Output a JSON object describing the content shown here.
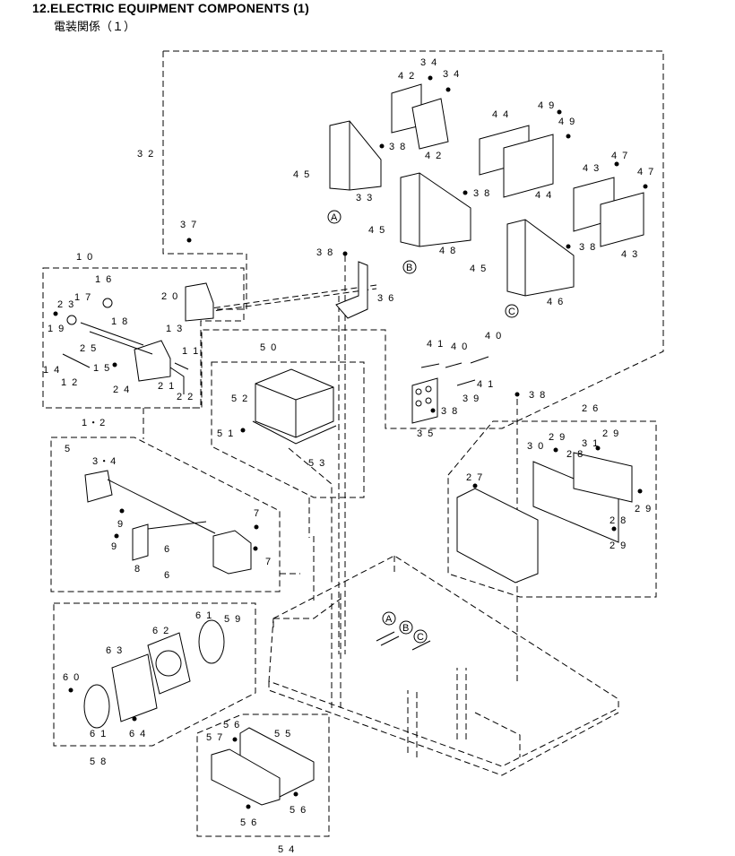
{
  "header": {
    "title": "12.ELECTRIC EQUIPMENT COMPONENTS (1)",
    "subtitle": "電装関係（１）"
  },
  "callouts": [
    {
      "id": "c32",
      "text": "3 2"
    },
    {
      "id": "c34a",
      "text": "3 4"
    },
    {
      "id": "c34b",
      "text": "3 4"
    },
    {
      "id": "c42a",
      "text": "4 2"
    },
    {
      "id": "c42b",
      "text": "4 2"
    },
    {
      "id": "c44a",
      "text": "4 4"
    },
    {
      "id": "c44b",
      "text": "4 4"
    },
    {
      "id": "c49a",
      "text": "4 9"
    },
    {
      "id": "c49b",
      "text": "4 9"
    },
    {
      "id": "c43a",
      "text": "4 3"
    },
    {
      "id": "c43b",
      "text": "4 3"
    },
    {
      "id": "c47a",
      "text": "4 7"
    },
    {
      "id": "c47b",
      "text": "4 7"
    },
    {
      "id": "c38a",
      "text": "3 8"
    },
    {
      "id": "c38b",
      "text": "3 8"
    },
    {
      "id": "c38c",
      "text": "3 8"
    },
    {
      "id": "c38d",
      "text": "3 8"
    },
    {
      "id": "c38e",
      "text": "3 8"
    },
    {
      "id": "c38f",
      "text": "3 8"
    },
    {
      "id": "c45a",
      "text": "4 5"
    },
    {
      "id": "c45b",
      "text": "4 5"
    },
    {
      "id": "c45c",
      "text": "4 5"
    },
    {
      "id": "c33",
      "text": "3 3"
    },
    {
      "id": "c48",
      "text": "4 8"
    },
    {
      "id": "c46",
      "text": "4 6"
    },
    {
      "id": "c37",
      "text": "3 7"
    },
    {
      "id": "c36",
      "text": "3 6"
    },
    {
      "id": "c20",
      "text": "2 0"
    },
    {
      "id": "c10",
      "text": "1 0"
    },
    {
      "id": "c16",
      "text": "1 6"
    },
    {
      "id": "c23",
      "text": "2 3"
    },
    {
      "id": "c17",
      "text": "1 7"
    },
    {
      "id": "c19",
      "text": "1 9"
    },
    {
      "id": "c18",
      "text": "1 8"
    },
    {
      "id": "c13",
      "text": "1 3"
    },
    {
      "id": "c25",
      "text": "2 5"
    },
    {
      "id": "c11",
      "text": "1 1"
    },
    {
      "id": "c14",
      "text": "1 4"
    },
    {
      "id": "c15",
      "text": "1 5"
    },
    {
      "id": "c12",
      "text": "1 2"
    },
    {
      "id": "c24",
      "text": "2 4"
    },
    {
      "id": "c21",
      "text": "2 1"
    },
    {
      "id": "c22",
      "text": "2 2"
    },
    {
      "id": "c50",
      "text": "5 0"
    },
    {
      "id": "c52",
      "text": "5 2"
    },
    {
      "id": "c51",
      "text": "5 1"
    },
    {
      "id": "c53",
      "text": "5 3"
    },
    {
      "id": "c41a",
      "text": "4 1"
    },
    {
      "id": "c41b",
      "text": "4 1"
    },
    {
      "id": "c40a",
      "text": "4 0"
    },
    {
      "id": "c40b",
      "text": "4 0"
    },
    {
      "id": "c39",
      "text": "3 9"
    },
    {
      "id": "c35",
      "text": "3 5"
    },
    {
      "id": "c26",
      "text": "2 6"
    },
    {
      "id": "c27",
      "text": "2 7"
    },
    {
      "id": "c30",
      "text": "3 0"
    },
    {
      "id": "c28a",
      "text": "2 8"
    },
    {
      "id": "c28b",
      "text": "2 8"
    },
    {
      "id": "c29a",
      "text": "2 9"
    },
    {
      "id": "c29b",
      "text": "2 9"
    },
    {
      "id": "c29c",
      "text": "2 9"
    },
    {
      "id": "c29d",
      "text": "2 9"
    },
    {
      "id": "c31",
      "text": "3 1"
    },
    {
      "id": "c1-2",
      "text": "1・2"
    },
    {
      "id": "c5",
      "text": "5"
    },
    {
      "id": "c3-4",
      "text": "3・4"
    },
    {
      "id": "c9a",
      "text": "9"
    },
    {
      "id": "c9b",
      "text": "9"
    },
    {
      "id": "c8",
      "text": "8"
    },
    {
      "id": "c6a",
      "text": "6"
    },
    {
      "id": "c6b",
      "text": "6"
    },
    {
      "id": "c7a",
      "text": "7"
    },
    {
      "id": "c7b",
      "text": "7"
    },
    {
      "id": "c59",
      "text": "5 9"
    },
    {
      "id": "c61a",
      "text": "6 1"
    },
    {
      "id": "c61b",
      "text": "6 1"
    },
    {
      "id": "c62",
      "text": "6 2"
    },
    {
      "id": "c63",
      "text": "6 3"
    },
    {
      "id": "c60",
      "text": "6 0"
    },
    {
      "id": "c64",
      "text": "6 4"
    },
    {
      "id": "c58",
      "text": "5 8"
    },
    {
      "id": "c56a",
      "text": "5 6"
    },
    {
      "id": "c56b",
      "text": "5 6"
    },
    {
      "id": "c56c",
      "text": "5 6"
    },
    {
      "id": "c55",
      "text": "5 5"
    },
    {
      "id": "c57",
      "text": "5 7"
    },
    {
      "id": "c54",
      "text": "5 4"
    }
  ],
  "markers": [
    {
      "id": "mA1",
      "text": "A"
    },
    {
      "id": "mB1",
      "text": "B"
    },
    {
      "id": "mC1",
      "text": "C"
    },
    {
      "id": "mA2",
      "text": "A"
    },
    {
      "id": "mB2",
      "text": "B"
    },
    {
      "id": "mC2",
      "text": "C"
    }
  ]
}
